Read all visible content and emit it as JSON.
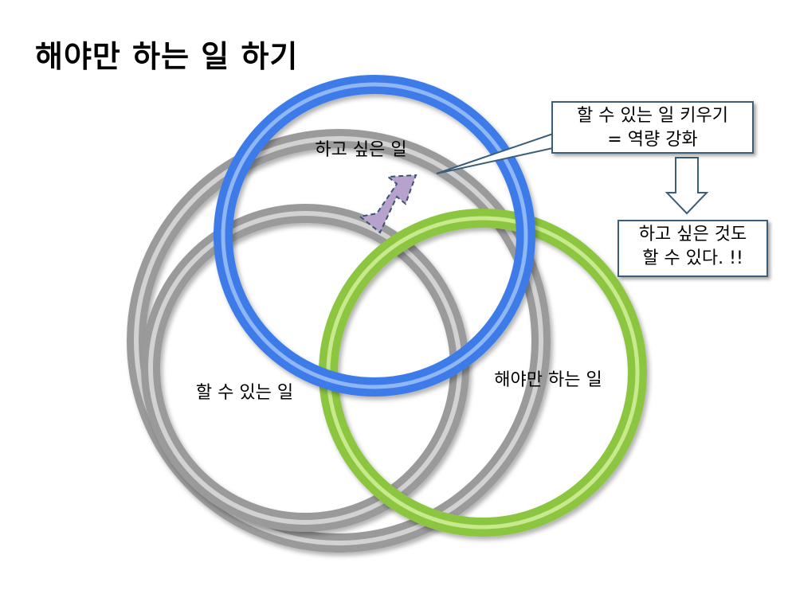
{
  "title": "해야만 하는 일 하기",
  "circles": {
    "want": {
      "label": "하고 싶은 일",
      "color": "#3c7be8"
    },
    "can": {
      "label": "할 수 있는 일",
      "color": "#a8a8a8"
    },
    "must": {
      "label": "해야만 하는 일",
      "color": "#8cc63f"
    }
  },
  "callout_top": {
    "line1": "할 수 있는 일 키우기",
    "line2": "= 역량 강화"
  },
  "callout_bottom": {
    "line1": "하고 싶은 것도",
    "line2": "할 수 있다. !!"
  },
  "arrow_color": "#b6a2cc"
}
